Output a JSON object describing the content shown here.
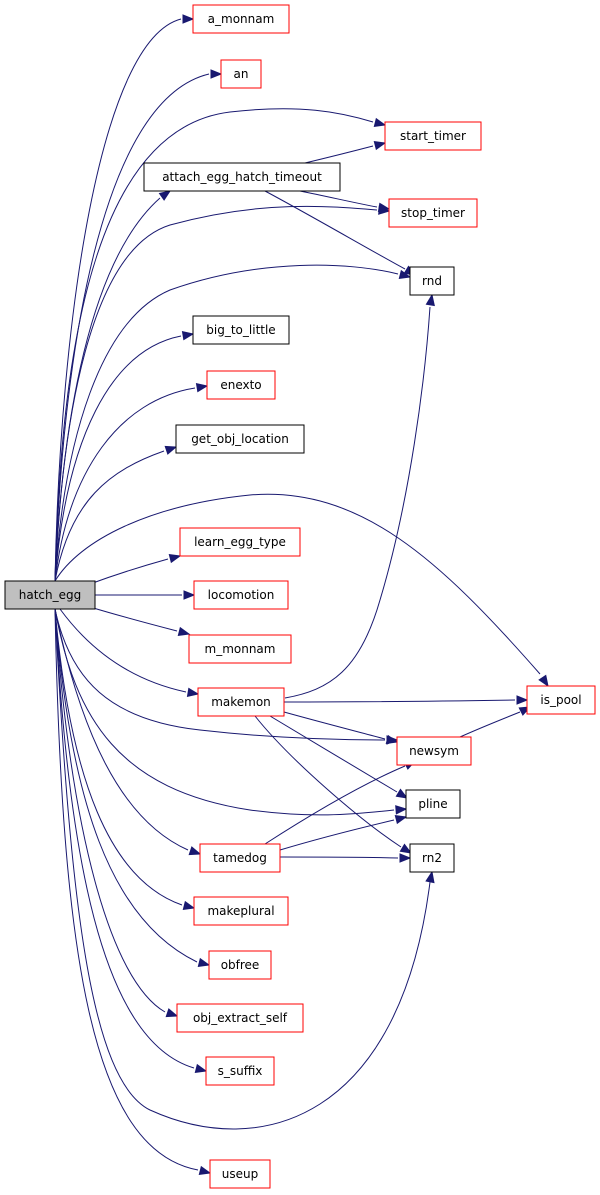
{
  "graph": {
    "edge_color": "#191970",
    "nodes": {
      "hatch_egg": {
        "label": "hatch_egg",
        "style": "root"
      },
      "a_monnam": {
        "label": "a_monnam",
        "style": "red"
      },
      "an": {
        "label": "an",
        "style": "red"
      },
      "start_timer": {
        "label": "start_timer",
        "style": "red"
      },
      "attach_egg_hatch_timeout": {
        "label": "attach_egg_hatch_timeout",
        "style": "black"
      },
      "stop_timer": {
        "label": "stop_timer",
        "style": "red"
      },
      "rnd": {
        "label": "rnd",
        "style": "black"
      },
      "big_to_little": {
        "label": "big_to_little",
        "style": "black"
      },
      "enexto": {
        "label": "enexto",
        "style": "red"
      },
      "get_obj_location": {
        "label": "get_obj_location",
        "style": "black"
      },
      "learn_egg_type": {
        "label": "learn_egg_type",
        "style": "red"
      },
      "locomotion": {
        "label": "locomotion",
        "style": "red"
      },
      "m_monnam": {
        "label": "m_monnam",
        "style": "red"
      },
      "makemon": {
        "label": "makemon",
        "style": "red"
      },
      "is_pool": {
        "label": "is_pool",
        "style": "red"
      },
      "newsym": {
        "label": "newsym",
        "style": "red"
      },
      "pline": {
        "label": "pline",
        "style": "black"
      },
      "tamedog": {
        "label": "tamedog",
        "style": "red"
      },
      "rn2": {
        "label": "rn2",
        "style": "black"
      },
      "makeplural": {
        "label": "makeplural",
        "style": "red"
      },
      "obfree": {
        "label": "obfree",
        "style": "red"
      },
      "obj_extract_self": {
        "label": "obj_extract_self",
        "style": "red"
      },
      "s_suffix": {
        "label": "s_suffix",
        "style": "red"
      },
      "useup": {
        "label": "useup",
        "style": "red"
      }
    },
    "edges": [
      [
        "hatch_egg",
        "a_monnam"
      ],
      [
        "hatch_egg",
        "an"
      ],
      [
        "hatch_egg",
        "start_timer"
      ],
      [
        "hatch_egg",
        "attach_egg_hatch_timeout"
      ],
      [
        "hatch_egg",
        "stop_timer"
      ],
      [
        "hatch_egg",
        "rnd"
      ],
      [
        "hatch_egg",
        "big_to_little"
      ],
      [
        "hatch_egg",
        "enexto"
      ],
      [
        "hatch_egg",
        "get_obj_location"
      ],
      [
        "hatch_egg",
        "is_pool"
      ],
      [
        "hatch_egg",
        "learn_egg_type"
      ],
      [
        "hatch_egg",
        "locomotion"
      ],
      [
        "hatch_egg",
        "m_monnam"
      ],
      [
        "hatch_egg",
        "makemon"
      ],
      [
        "hatch_egg",
        "newsym"
      ],
      [
        "hatch_egg",
        "pline"
      ],
      [
        "hatch_egg",
        "tamedog"
      ],
      [
        "hatch_egg",
        "makeplural"
      ],
      [
        "hatch_egg",
        "obfree"
      ],
      [
        "hatch_egg",
        "obj_extract_self"
      ],
      [
        "hatch_egg",
        "s_suffix"
      ],
      [
        "hatch_egg",
        "rn2"
      ],
      [
        "hatch_egg",
        "useup"
      ],
      [
        "attach_egg_hatch_timeout",
        "start_timer"
      ],
      [
        "attach_egg_hatch_timeout",
        "stop_timer"
      ],
      [
        "attach_egg_hatch_timeout",
        "rnd"
      ],
      [
        "makemon",
        "rnd"
      ],
      [
        "makemon",
        "is_pool"
      ],
      [
        "makemon",
        "newsym"
      ],
      [
        "makemon",
        "pline"
      ],
      [
        "makemon",
        "rn2"
      ],
      [
        "newsym",
        "is_pool"
      ],
      [
        "tamedog",
        "newsym"
      ],
      [
        "tamedog",
        "pline"
      ],
      [
        "tamedog",
        "rn2"
      ]
    ]
  }
}
